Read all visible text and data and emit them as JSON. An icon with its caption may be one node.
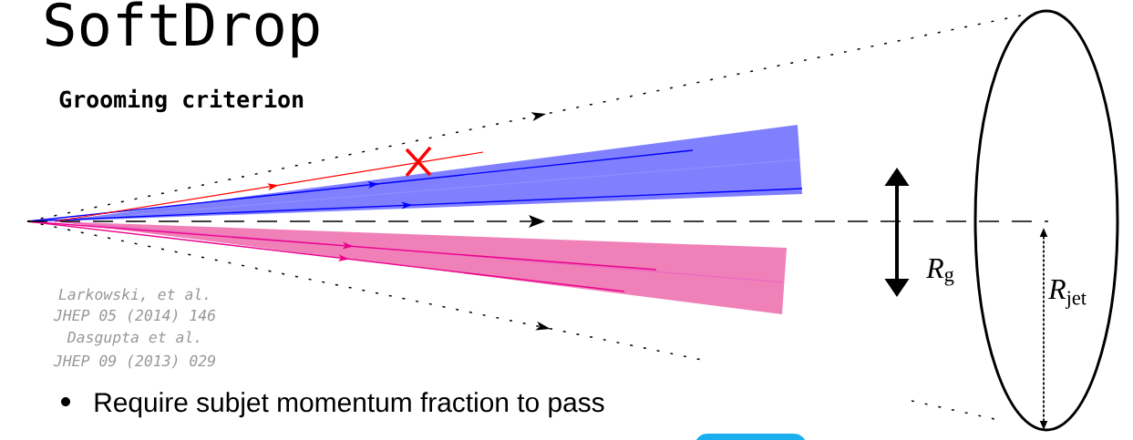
{
  "diagram": {
    "title": "SoftDrop",
    "labels": [
      "Grooming criterion",
      "Larkowski, et al.",
      "JHEP 05 (2014) 146",
      "Dasgupta et al.",
      "JHEP 09 (2013) 029",
      "Require subjet momentum fraction to pass",
      "*R*$_{g}$",
      "*R*$_{jet}$"
    ]
  }
}
